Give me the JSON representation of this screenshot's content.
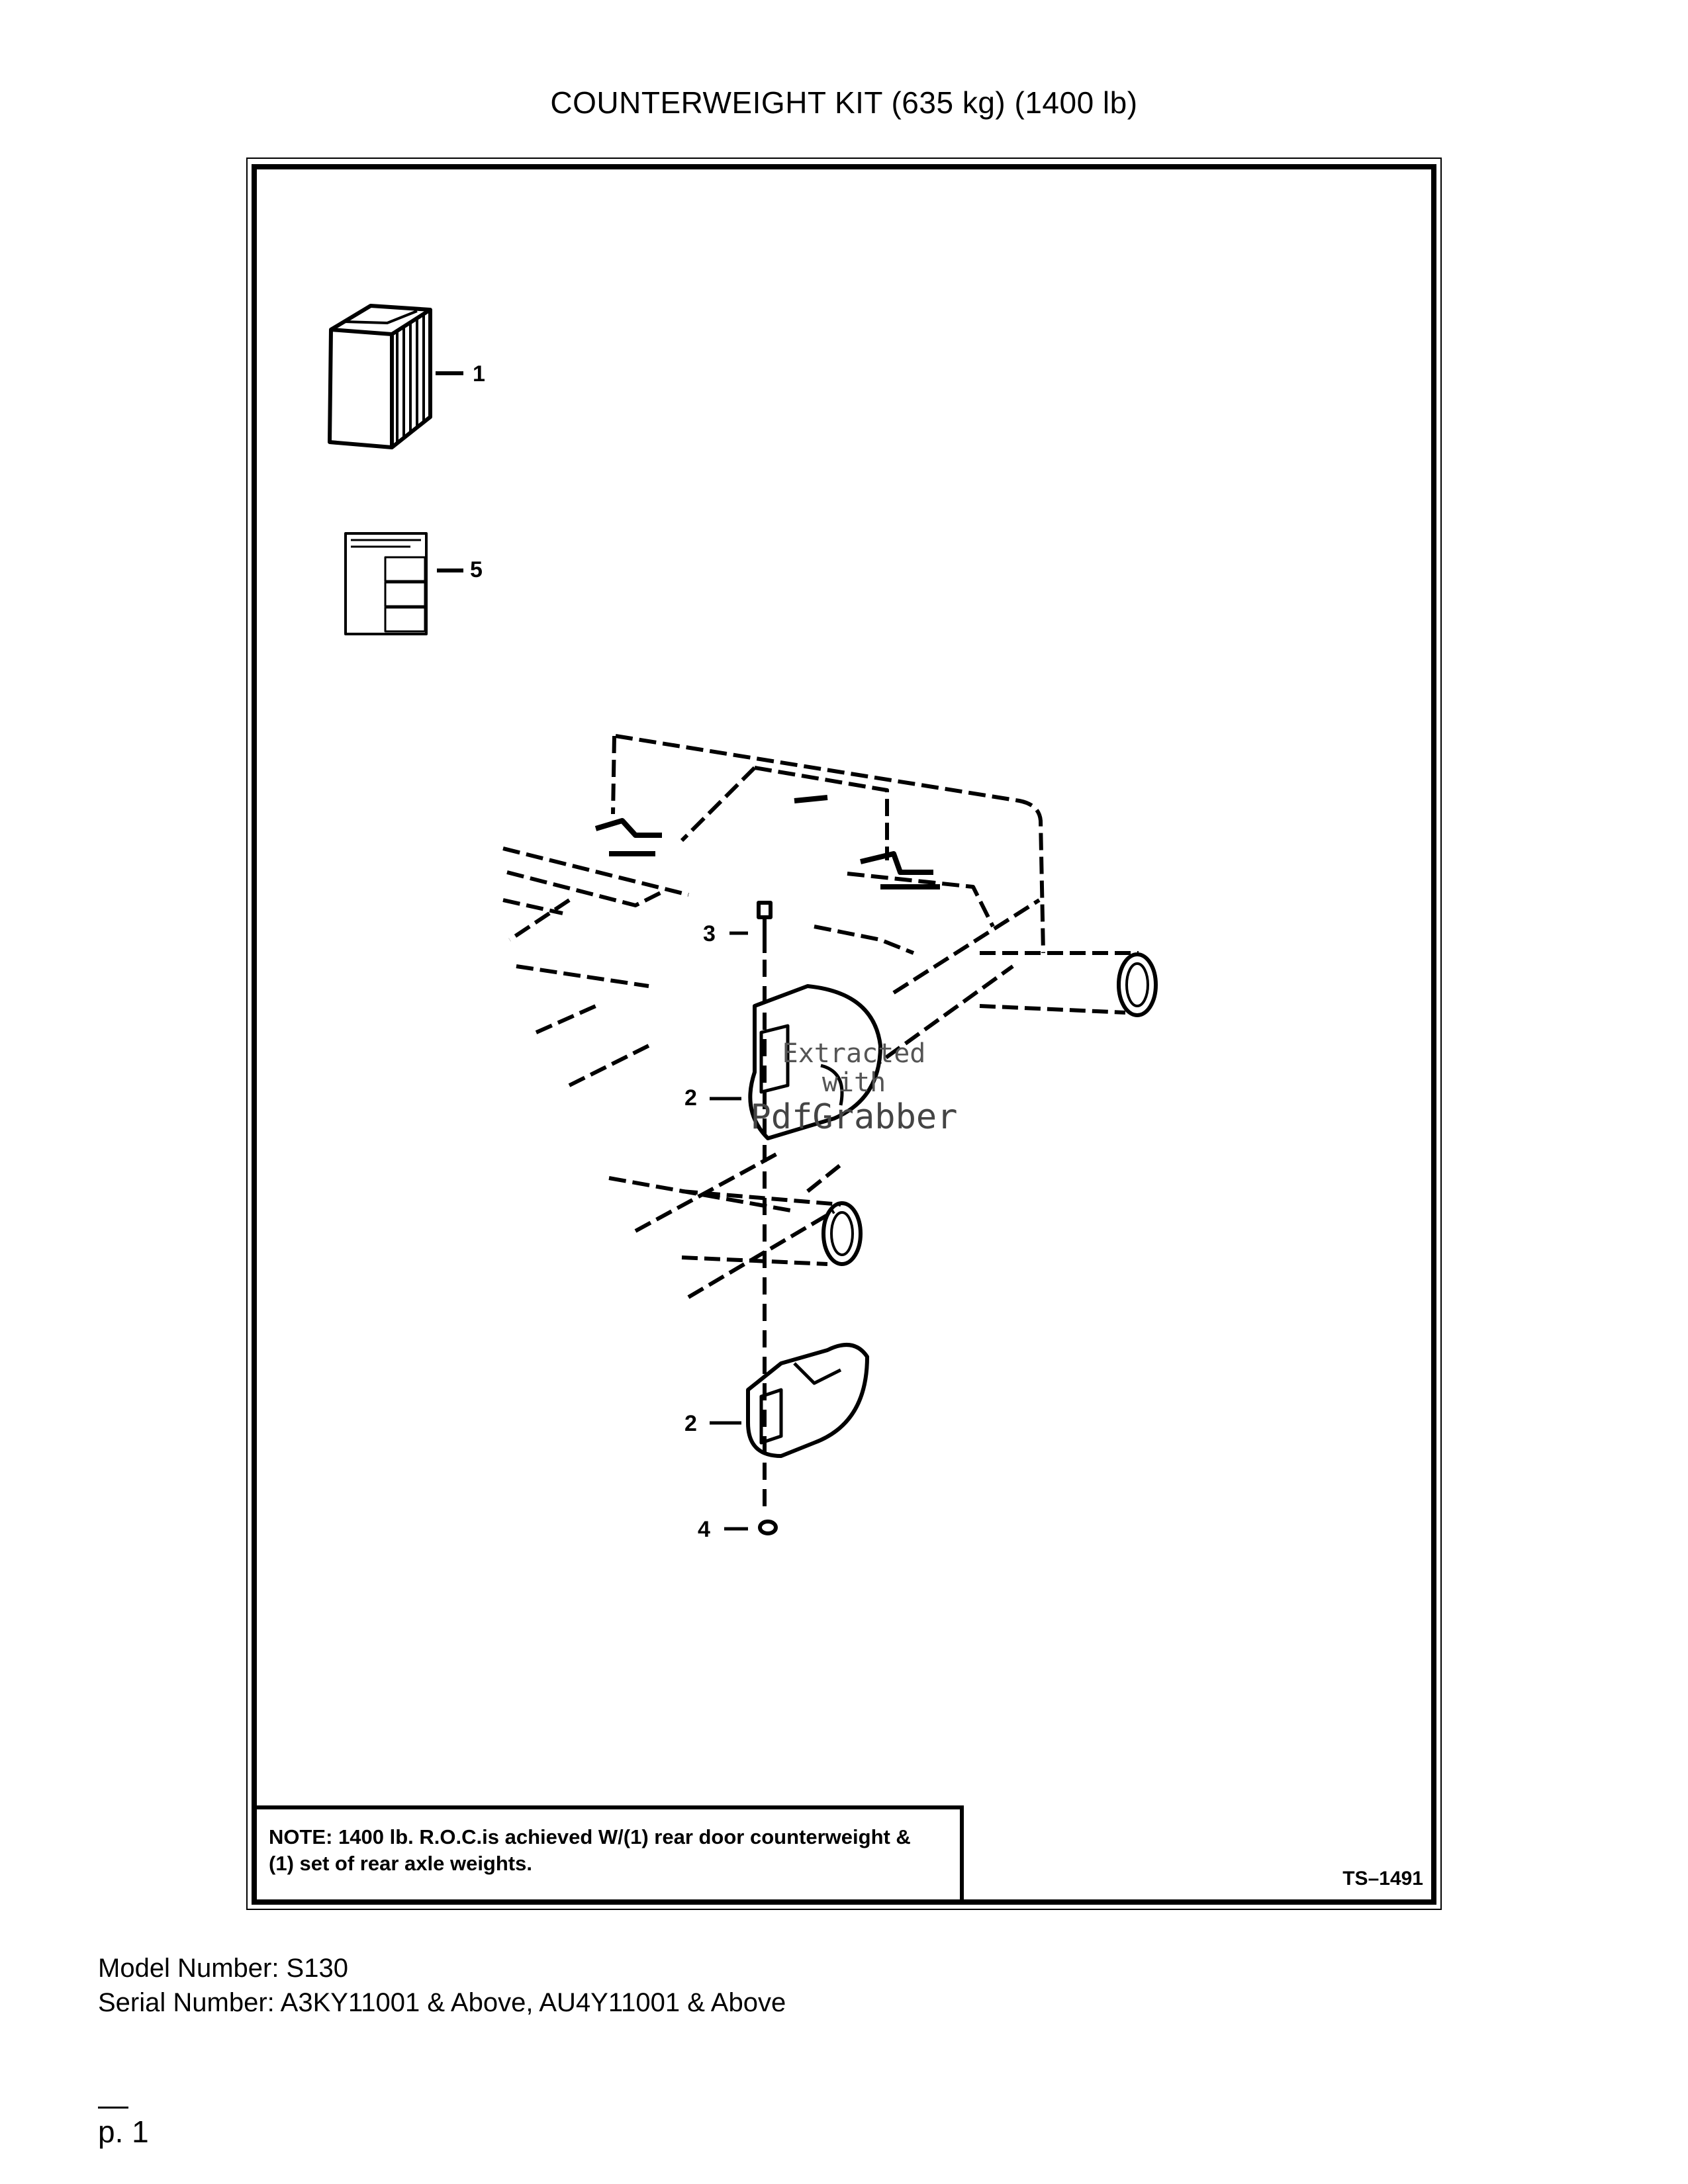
{
  "page": {
    "title": "COUNTERWEIGHT KIT (635 kg) (1400 lb)"
  },
  "diagram": {
    "callouts": [
      "1",
      "5",
      "3",
      "2",
      "2",
      "4"
    ],
    "note_label": "NOTE:",
    "note_text_line1": "1400 lb. R.O.C.is achieved W/(1) rear door counterweight &",
    "note_text_line2": "(1) set of rear axle weights.",
    "figure_id": "TS–1491",
    "watermark": {
      "line1": "Extracted",
      "line2": "with",
      "line3": "PdfGrabber"
    }
  },
  "footer": {
    "model_number": "Model Number: S130",
    "serial_number": "Serial Number: A3KY11001 & Above, AU4Y11001 & Above",
    "page_number": "p. 1"
  }
}
